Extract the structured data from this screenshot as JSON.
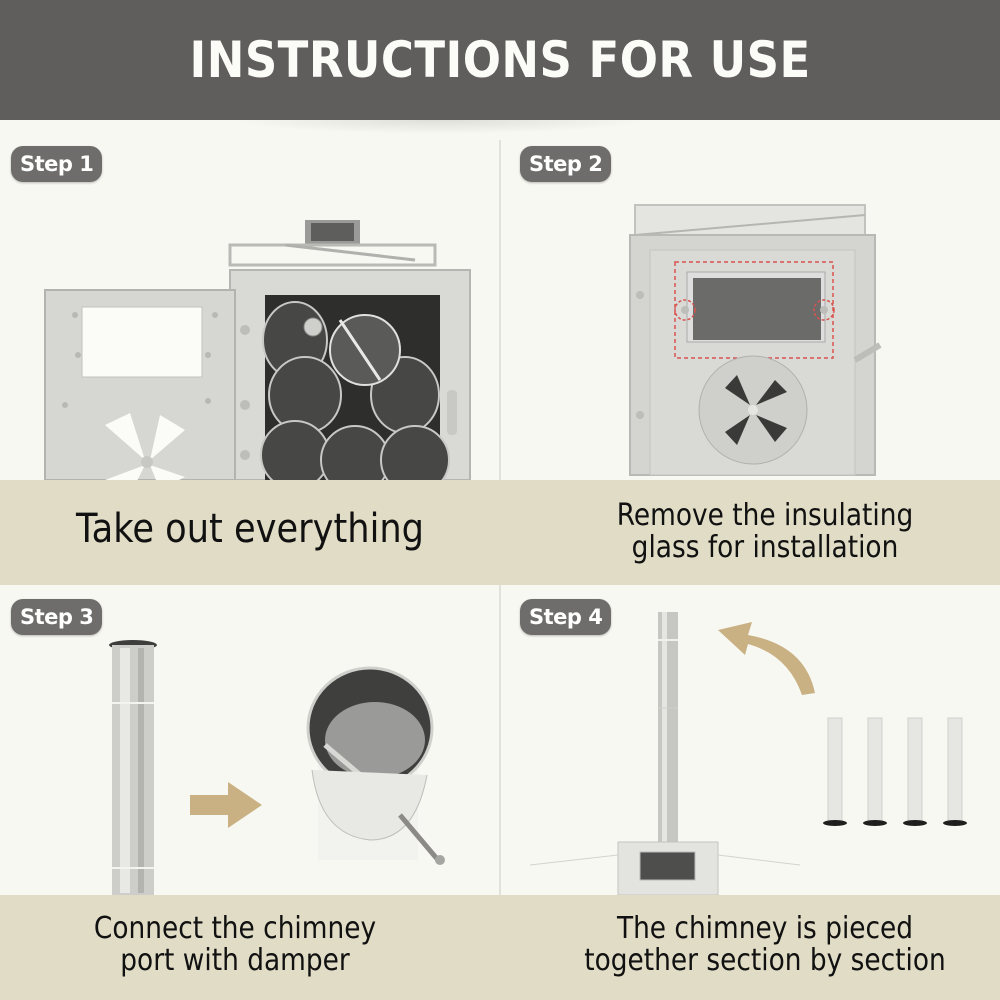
{
  "header": {
    "title": "INSTRUCTIONS FOR USE"
  },
  "steps": [
    {
      "badge": "Step 1",
      "caption_lines": [
        "Take out everything"
      ],
      "image_description": "Stainless steel tent stove with door open, interior packed with nested chimney pipe sections"
    },
    {
      "badge": "Step 2",
      "caption_lines": [
        "Remove the insulating",
        "glass for installation"
      ],
      "image_description": "Stove front with glass window outlined by red dashed box and circled screws, round vent damper below"
    },
    {
      "badge": "Step 3",
      "caption_lines": [
        "Connect the chimney",
        "port with damper"
      ],
      "image_description": "Chimney pipe section, arrow pointing to chimney port with damper"
    },
    {
      "badge": "Step 4",
      "caption_lines": [
        "The chimney is pieced",
        "together section by section"
      ],
      "image_description": "Stove with assembled chimney; four loose pipe sections with curved arrow pointing to chimney"
    }
  ],
  "colors": {
    "header_bg": "#5f5e5d",
    "header_text": "#fbfbf7",
    "page_bg": "#f8f8f2",
    "caption_band": "#e0dcc6",
    "badge_bg": "#6e6d6c",
    "arrow": "#c9b184",
    "highlight_dashed": "#d9534f"
  }
}
